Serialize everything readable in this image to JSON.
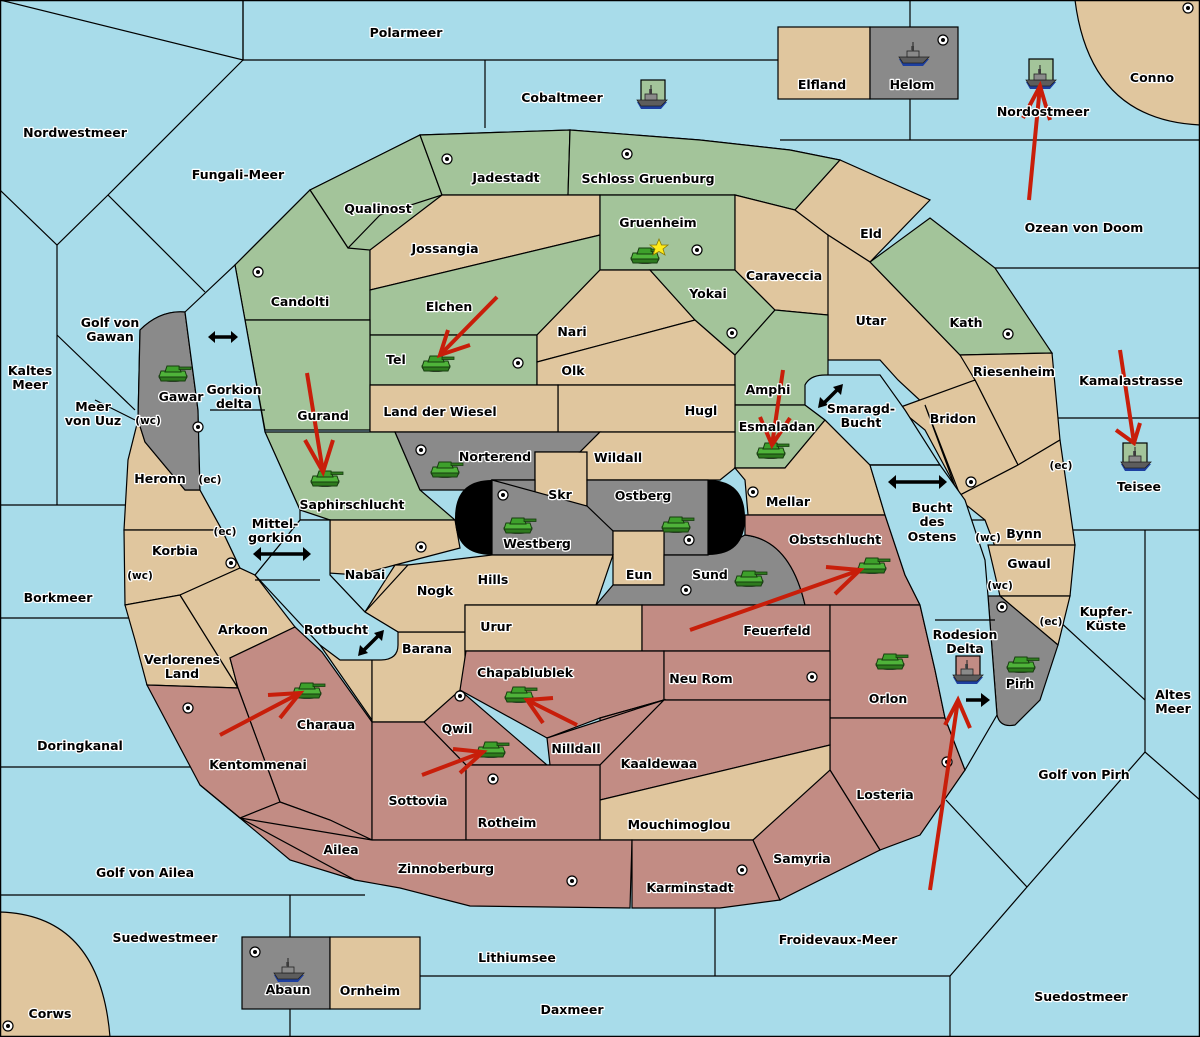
{
  "map": {
    "colors": {
      "sea": "#a8dcea",
      "green_power": "#a3c49a",
      "neutral": "#e0c69e",
      "red_power": "#c28c84",
      "gray_power": "#8a8a8a",
      "order_arrow": "#c81e0a"
    },
    "sea_territories": [
      "Polarmeer",
      "Cobaltmeer",
      "Nordwestmeer",
      "Fungali-Meer",
      "Nordostmeer",
      "Ozean von Doom",
      "Golf von Gawan",
      "Kaltes Meer",
      "Meer von Uuz",
      "Gorkion delta",
      "Mittel-gorkion",
      "Rotbucht",
      "Borkmeer",
      "Doringkanal",
      "Golf von Ailea",
      "Suedwestmeer",
      "Lithiumsee",
      "Daxmeer",
      "Froidevaux-Meer",
      "Suedostmeer",
      "Golf von Pirh",
      "Altes Meer",
      "Kupfer-Küste",
      "Kamalastrasse",
      "Smaragd-Bucht",
      "Bucht des Ostens",
      "Rodesion Delta"
    ],
    "labels": {
      "polarmeer": "Polarmeer",
      "cobaltmeer": "Cobaltmeer",
      "nordwestmeer": "Nordwestmeer",
      "fungali": "Fungali-Meer",
      "nordostmeer": "Nordostmeer",
      "ozean": "Ozean von Doom",
      "golf_gawan_1": "Golf von",
      "golf_gawan_2": "Gawan",
      "kaltes_1": "Kaltes",
      "kaltes_2": "Meer",
      "uuz_1": "Meer",
      "uuz_2": "von Uuz",
      "gorkion_1": "Gorkion",
      "gorkion_2": "delta",
      "mittel_1": "Mittel-",
      "mittel_2": "gorkion",
      "rotbucht": "Rotbucht",
      "borkmeer": "Borkmeer",
      "doringkanal": "Doringkanal",
      "golf_ailea": "Golf von Ailea",
      "suedwestmeer": "Suedwestmeer",
      "lithiumsee": "Lithiumsee",
      "daxmeer": "Daxmeer",
      "froidevaux": "Froidevaux-Meer",
      "suedostmeer": "Suedostmeer",
      "golf_pirh": "Golf von Pirh",
      "altes_1": "Altes",
      "altes_2": "Meer",
      "kupfer_1": "Kupfer-",
      "kupfer_2": "Küste",
      "kamala": "Kamalastrasse",
      "smaragd_1": "Smaragd-",
      "smaragd_2": "Bucht",
      "bucht_1": "Bucht",
      "bucht_2": "des",
      "bucht_3": "Ostens",
      "rodesion_1": "Rodesion",
      "rodesion_2": "Delta",
      "teisee": "Teisee",
      "elfland": "Elfland",
      "helom": "Helom",
      "conno": "Conno",
      "corws": "Corws",
      "abaun": "Abaun",
      "ornheim": "Ornheim",
      "jadestadt": "Jadestadt",
      "schloss": "Schloss Gruenburg",
      "qualinost": "Qualinost",
      "jossangia": "Jossangia",
      "gruenheim": "Gruenheim",
      "candolti": "Candolti",
      "elchen": "Elchen",
      "tel": "Tel",
      "nari": "Nari",
      "olk": "Olk",
      "yokai": "Yokai",
      "caraveccia": "Caraveccia",
      "eld": "Eld",
      "utar": "Utar",
      "kath": "Kath",
      "riesenheim": "Riesenheim",
      "bridon": "Bridon",
      "amphi": "Amphi",
      "esmaladan": "Esmaladan",
      "hugl": "Hugl",
      "land_wiesel": "Land der Wiesel",
      "gurand": "Gurand",
      "gawar": "Gawar",
      "heronn": "Heronn",
      "korbia": "Korbia",
      "saphir": "Saphirschlucht",
      "norterend": "Norterend",
      "skr": "Skr",
      "wildall": "Wildall",
      "ostberg": "Ostberg",
      "westberg": "Westberg",
      "mellar": "Mellar",
      "eun": "Eun",
      "sund": "Sund",
      "obstschlucht": "Obstschlucht",
      "bynn": "Bynn",
      "gwaul": "Gwaul",
      "pirh": "Pirh",
      "nabai": "Nabai",
      "nogk": "Nogk",
      "hills": "Hills",
      "urur": "Urur",
      "feuerfeld": "Feuerfeld",
      "arkoon": "Arkoon",
      "verlorenes_1": "Verlorenes",
      "verlorenes_2": "Land",
      "barana": "Barana",
      "chapablublek": "Chapablublek",
      "neurom": "Neu Rom",
      "orlon": "Orlon",
      "charaua": "Charaua",
      "qwil": "Qwil",
      "nilldall": "Nilldall",
      "kaaldewaa": "Kaaldewaa",
      "kentommenai": "Kentommenai",
      "sottovia": "Sottovia",
      "rotheim": "Rotheim",
      "mouchimoglou": "Mouchimoglou",
      "losteria": "Losteria",
      "ailea": "Ailea",
      "zinnoberburg": "Zinnoberburg",
      "samyria": "Samyria",
      "karminstadt": "Karminstadt",
      "wc": "(wc)",
      "ec": "(ec)"
    },
    "units": [
      {
        "type": "fleet",
        "location": "Helom",
        "owner": "gray"
      },
      {
        "type": "fleet",
        "location": "Cobaltmeer",
        "owner": "green"
      },
      {
        "type": "fleet",
        "location": "Nordostmeer",
        "owner": "green"
      },
      {
        "type": "fleet",
        "location": "Teisee",
        "owner": "green"
      },
      {
        "type": "fleet",
        "location": "Rodesion Delta",
        "owner": "red"
      },
      {
        "type": "fleet",
        "location": "Abaun",
        "owner": "gray"
      },
      {
        "type": "army",
        "location": "Gruenheim",
        "owner": "green"
      },
      {
        "type": "army",
        "location": "Tel",
        "owner": "green"
      },
      {
        "type": "army",
        "location": "Gawar",
        "owner": "gray"
      },
      {
        "type": "army",
        "location": "Saphirschlucht",
        "owner": "green"
      },
      {
        "type": "army",
        "location": "Norterend",
        "owner": "gray"
      },
      {
        "type": "army",
        "location": "Westberg",
        "owner": "gray"
      },
      {
        "type": "army",
        "location": "Ostberg",
        "owner": "gray"
      },
      {
        "type": "army",
        "location": "Sund",
        "owner": "gray"
      },
      {
        "type": "army",
        "location": "Esmaladan",
        "owner": "green"
      },
      {
        "type": "army",
        "location": "Obstschlucht",
        "owner": "red"
      },
      {
        "type": "army",
        "location": "Orlon",
        "owner": "red"
      },
      {
        "type": "army",
        "location": "Pirh",
        "owner": "gray"
      },
      {
        "type": "army",
        "location": "Charaua",
        "owner": "red"
      },
      {
        "type": "army",
        "location": "Chapablublek",
        "owner": "red"
      },
      {
        "type": "army",
        "location": "Qwil",
        "owner": "red"
      }
    ],
    "orders": [
      {
        "from": "Ozean von Doom",
        "to": "Nordostmeer"
      },
      {
        "from": "Kamalastrasse",
        "to": "Teisee"
      },
      {
        "from": "Elchen",
        "to": "Tel"
      },
      {
        "from": "Gurand",
        "to": "Saphirschlucht"
      },
      {
        "from": "Amphi",
        "to": "Esmaladan"
      },
      {
        "from": "Feuerfeld",
        "to": "Obstschlucht"
      },
      {
        "from": "Kentommenai",
        "to": "Charaua"
      },
      {
        "from": "Nilldall",
        "to": "Chapablublek"
      },
      {
        "from": "Sottovia",
        "to": "Qwil"
      },
      {
        "from": "Froidevaux-Meer",
        "to": "Rodesion Delta"
      }
    ],
    "capital_marker": "star-icon at Gruenheim"
  }
}
